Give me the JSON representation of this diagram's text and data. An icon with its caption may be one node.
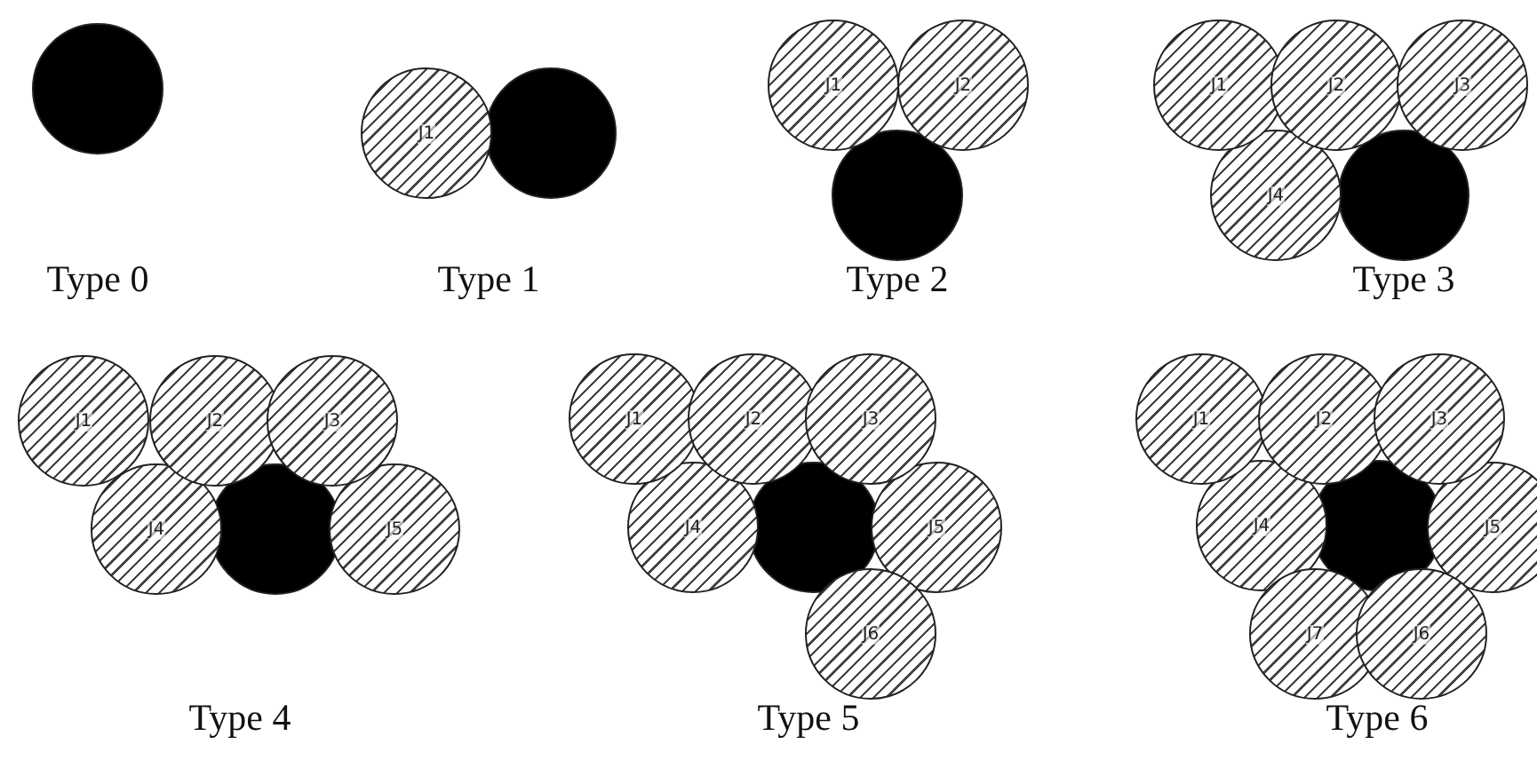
{
  "diagram": {
    "nodes": [
      {
        "text": [],
        "shape": "circle"
      },
      {
        "text": [
          "J1"
        ]
      },
      {
        "text": [],
        "shape": "circle"
      },
      {
        "text": [
          "J1"
        ]
      },
      {
        "text": [
          "J2"
        ]
      },
      {
        "text": [],
        "shape": "circle"
      },
      {
        "text": [
          "J1"
        ]
      },
      {
        "text": [
          "J2"
        ]
      },
      {
        "text": [
          "J3"
        ]
      },
      {
        "text": [
          "J4"
        ]
      },
      {
        "text": [],
        "shape": "circle"
      },
      {
        "text": [
          "J1"
        ]
      },
      {
        "text": [
          "J2"
        ]
      },
      {
        "text": [
          "J3"
        ]
      },
      {
        "text": [
          "J4"
        ]
      },
      {
        "text": [],
        "shape": "circle"
      },
      {
        "text": [
          "J5"
        ]
      },
      {
        "text": [
          "J1"
        ]
      },
      {
        "text": [
          "J2"
        ]
      },
      {
        "text": [
          "J3"
        ]
      },
      {
        "text": [
          "J4"
        ]
      },
      {
        "text": [],
        "shape": "circle"
      },
      {
        "text": [
          "J5"
        ]
      },
      {
        "text": [
          "J6"
        ]
      },
      {
        "text": [
          "J1"
        ]
      },
      {
        "text": [
          "J2"
        ]
      },
      {
        "text": [
          "J3"
        ]
      },
      {
        "text": [
          "J4"
        ]
      },
      {
        "text": [],
        "shape": "circle"
      },
      {
        "text": [
          "J5"
        ]
      },
      {
        "text": [
          "J7"
        ]
      },
      {
        "text": [
          "J6"
        ]
      }
    ],
    "labels": [
      "Type 0",
      "Type 1",
      "Type 2",
      "Type 3",
      "Type 4",
      "Type 5",
      "Type 6"
    ]
  }
}
